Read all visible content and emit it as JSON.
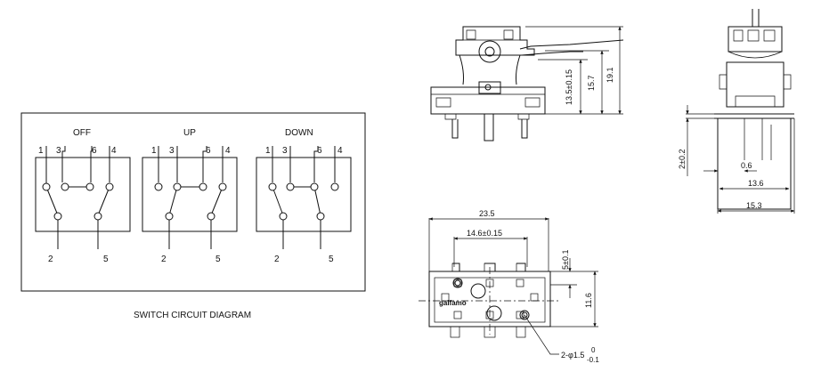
{
  "circuit": {
    "caption": "SWITCH CIRCUIT DIAGRAM",
    "panels": [
      {
        "title": "OFF",
        "top_labels": [
          "1",
          "3",
          "6",
          "4"
        ],
        "bottom_labels": [
          "2",
          "5"
        ]
      },
      {
        "title": "UP",
        "top_labels": [
          "1",
          "3",
          "6",
          "4"
        ],
        "bottom_labels": [
          "2",
          "5"
        ]
      },
      {
        "title": "DOWN",
        "top_labels": [
          "1",
          "3",
          "6",
          "4"
        ],
        "bottom_labels": [
          "2",
          "5"
        ]
      }
    ]
  },
  "front_view": {
    "dims": [
      "13.5±0.15",
      "15.7",
      "19.1"
    ]
  },
  "side_view": {
    "dims": [
      "2±0.2",
      "0.6",
      "13.6",
      "15.3"
    ]
  },
  "bottom_view": {
    "dims": [
      "23.5",
      "14.6±0.15",
      "5±0.1",
      "11.6"
    ],
    "hole": {
      "label": "2-φ1.5",
      "tol_upper": "0",
      "tol_lower": "-0.1"
    },
    "brand": "gaifamo"
  }
}
